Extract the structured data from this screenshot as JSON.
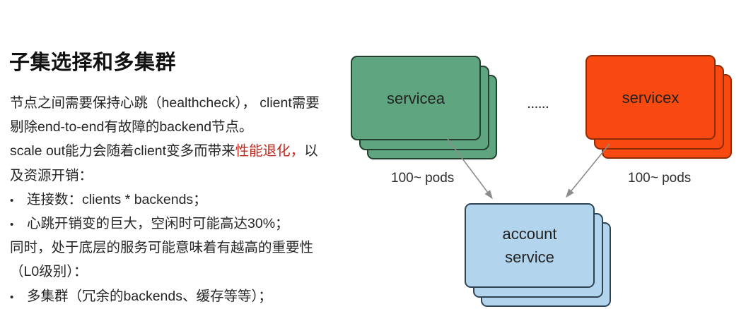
{
  "title": "子集选择和多集群",
  "body": {
    "bullet_char": "•",
    "line1": "节点之间需要保持心跳（healthcheck）， client需要",
    "line2": "剔除end-to-end有故障的backend节点。",
    "line3_pre": "scale out能力会随着client变多而带来",
    "line3_red": "性能退化，",
    "line3_post": "以",
    "line4": "及资源开销：",
    "bullet1": "连接数：clients * backends；",
    "bullet2": "心跳开销变的巨大，空闲时可能高达30%；",
    "line5": "同时，处于底层的服务可能意味着有越高的重要性",
    "line6": "（L0级别）：",
    "bullet3": "多集群（冗余的backends、缓存等等）；"
  },
  "colors": {
    "body_text": "#262626",
    "highlight_red": "#bf281e",
    "arrow_gray": "#8c8c8c"
  },
  "diagram": {
    "servicea": {
      "label": "servicea",
      "fill": "#5fa680",
      "border": "#22412e",
      "pods_label": "100~ pods"
    },
    "servicex": {
      "label": "servicex",
      "fill": "#f84a10",
      "border": "#8f2b07",
      "pods_label": "100~ pods"
    },
    "account": {
      "label_line1": "account",
      "label_line2": "service",
      "fill": "#b2d4ec",
      "border": "#2e4455"
    },
    "ellipsis": "......",
    "arrow_color": "#8c8c8c"
  }
}
